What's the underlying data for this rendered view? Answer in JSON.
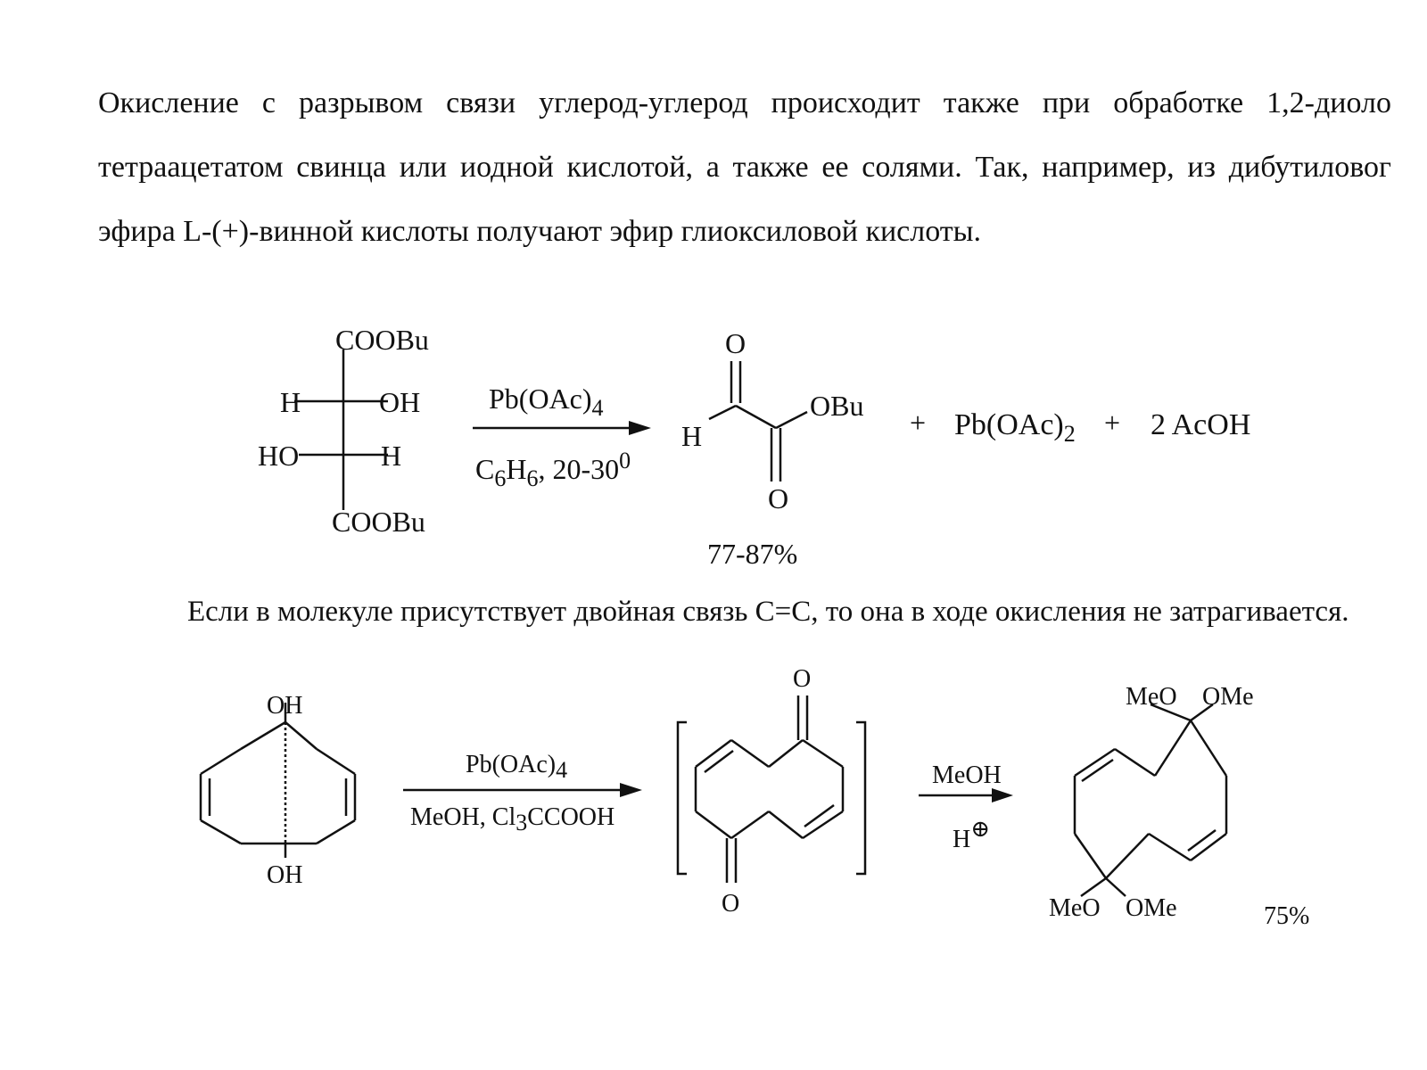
{
  "intro": {
    "line1": "Окисление с разрывом связи углерод-углерод происходит также при обработке 1,2-диоло",
    "line2": "тетраацетатом свинца или иодной кислотой, а также ее солями. Так, например, из дибутиловог",
    "line3": "эфира L-(+)-винной кислоты получают эфир глиоксиловой кислоты."
  },
  "reaction1": {
    "reactant": {
      "top": "COOBu",
      "h_left": "H",
      "oh_right": "OH",
      "ho_left": "HO",
      "h_right": "H",
      "bottom": "COOBu"
    },
    "reagent": {
      "main": "Pb(OAc)",
      "main_sub": "4"
    },
    "conditions": {
      "c": "C",
      "c_sub": "6",
      "h": "H",
      "h_sub": "6",
      "rest": ", 20-30",
      "sup": "0"
    },
    "product": {
      "o_top": "O",
      "h": "H",
      "obu": "OBu",
      "o_bottom": "O"
    },
    "plus1": "+",
    "byproduct1": {
      "main": "Pb(OAc)",
      "sub": "2"
    },
    "plus2": "+",
    "byproduct2": "2 AcOH",
    "yield": "77-87%"
  },
  "note": "Если в молекуле присутствует двойная связь C=C, то она в ходе окисления не затрагивается.",
  "reaction2": {
    "reactant": {
      "oh_top": "OH",
      "oh_bottom": "OH"
    },
    "reagent": {
      "main": "Pb(OAc)",
      "main_sub": "4"
    },
    "conditions": {
      "a": "MeOH, Cl",
      "a_sub": "3",
      "b": "CCOOH"
    },
    "intermediate": {
      "o_top": "O",
      "o_bottom": "O"
    },
    "reagent2": {
      "main": "MeOH",
      "h": "H",
      "sup": "⊕"
    },
    "product": {
      "meo_tl": "MeO",
      "ome_tr": "OMe",
      "meo_bl": "MeO",
      "ome_br": "OMe"
    },
    "yield": "75%"
  }
}
